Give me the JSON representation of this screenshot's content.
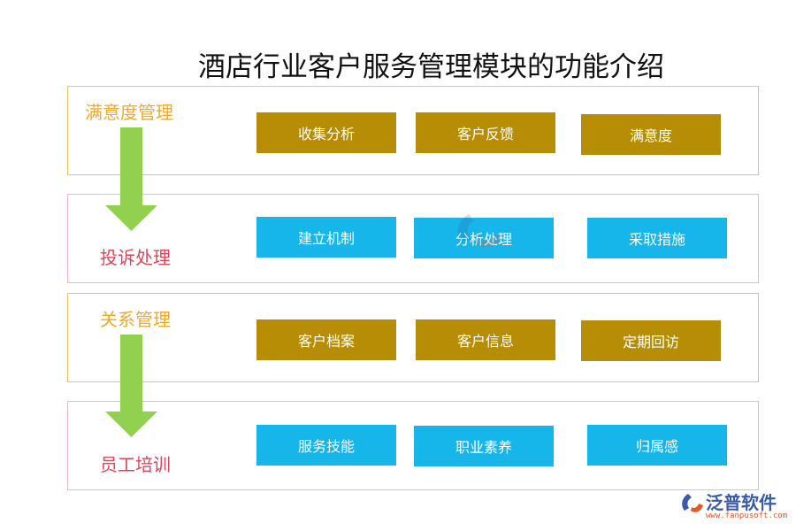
{
  "title": "酒店行业客户服务管理模块的功能介绍",
  "sections": [
    {
      "label": "满意度管理",
      "items": [
        "收集分析",
        "客户反馈",
        "满意度"
      ]
    },
    {
      "label": "投诉处理",
      "items": [
        "建立机制",
        "分析处理",
        "采取措施"
      ]
    },
    {
      "label": "关系管理",
      "items": [
        "客户档案",
        "客户信息",
        "定期回访"
      ]
    },
    {
      "label": "员工培训",
      "items": [
        "服务技能",
        "职业素养",
        "归属感"
      ]
    }
  ],
  "colors": {
    "gold_box": "#b68d04",
    "blue_box": "#16b6ea",
    "gold_text": "#f0a92a",
    "red_text": "#d8485a",
    "arrow": "#92d050",
    "gold_border": "#e8c45a",
    "pink_border": "#ebb7c6"
  },
  "logo": {
    "name": "泛普软件",
    "url": "www.fanpusoft.com"
  }
}
